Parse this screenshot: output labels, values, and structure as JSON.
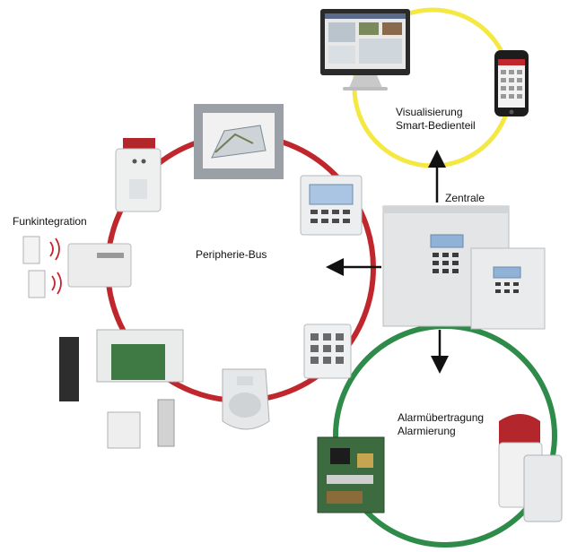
{
  "labels": {
    "funkintegration": "Funkintegration",
    "peripherie_bus": "Peripherie-Bus",
    "zentrale": "Zentrale",
    "visualisierung": "Visualisierung",
    "smart_bedienteil": "Smart-Bedienteil",
    "alarmuebertragung": "Alarmübertragung",
    "alarmierung": "Alarmierung"
  },
  "colors": {
    "peripherie_ring": "#c0272d",
    "visualisierung_ring": "#f4e842",
    "alarm_ring": "#2e8b4a",
    "arrow": "#111111"
  },
  "icons": {
    "monitor": "monitor-icon",
    "smartphone": "smartphone-icon",
    "central_unit": "central-unit-icon",
    "keypad": "keypad-icon",
    "touch_panel": "touch-panel-icon",
    "siren": "siren-icon",
    "motion_detector": "motion-detector-icon",
    "radio_module": "radio-module-icon",
    "circuit_board": "circuit-board-icon"
  }
}
